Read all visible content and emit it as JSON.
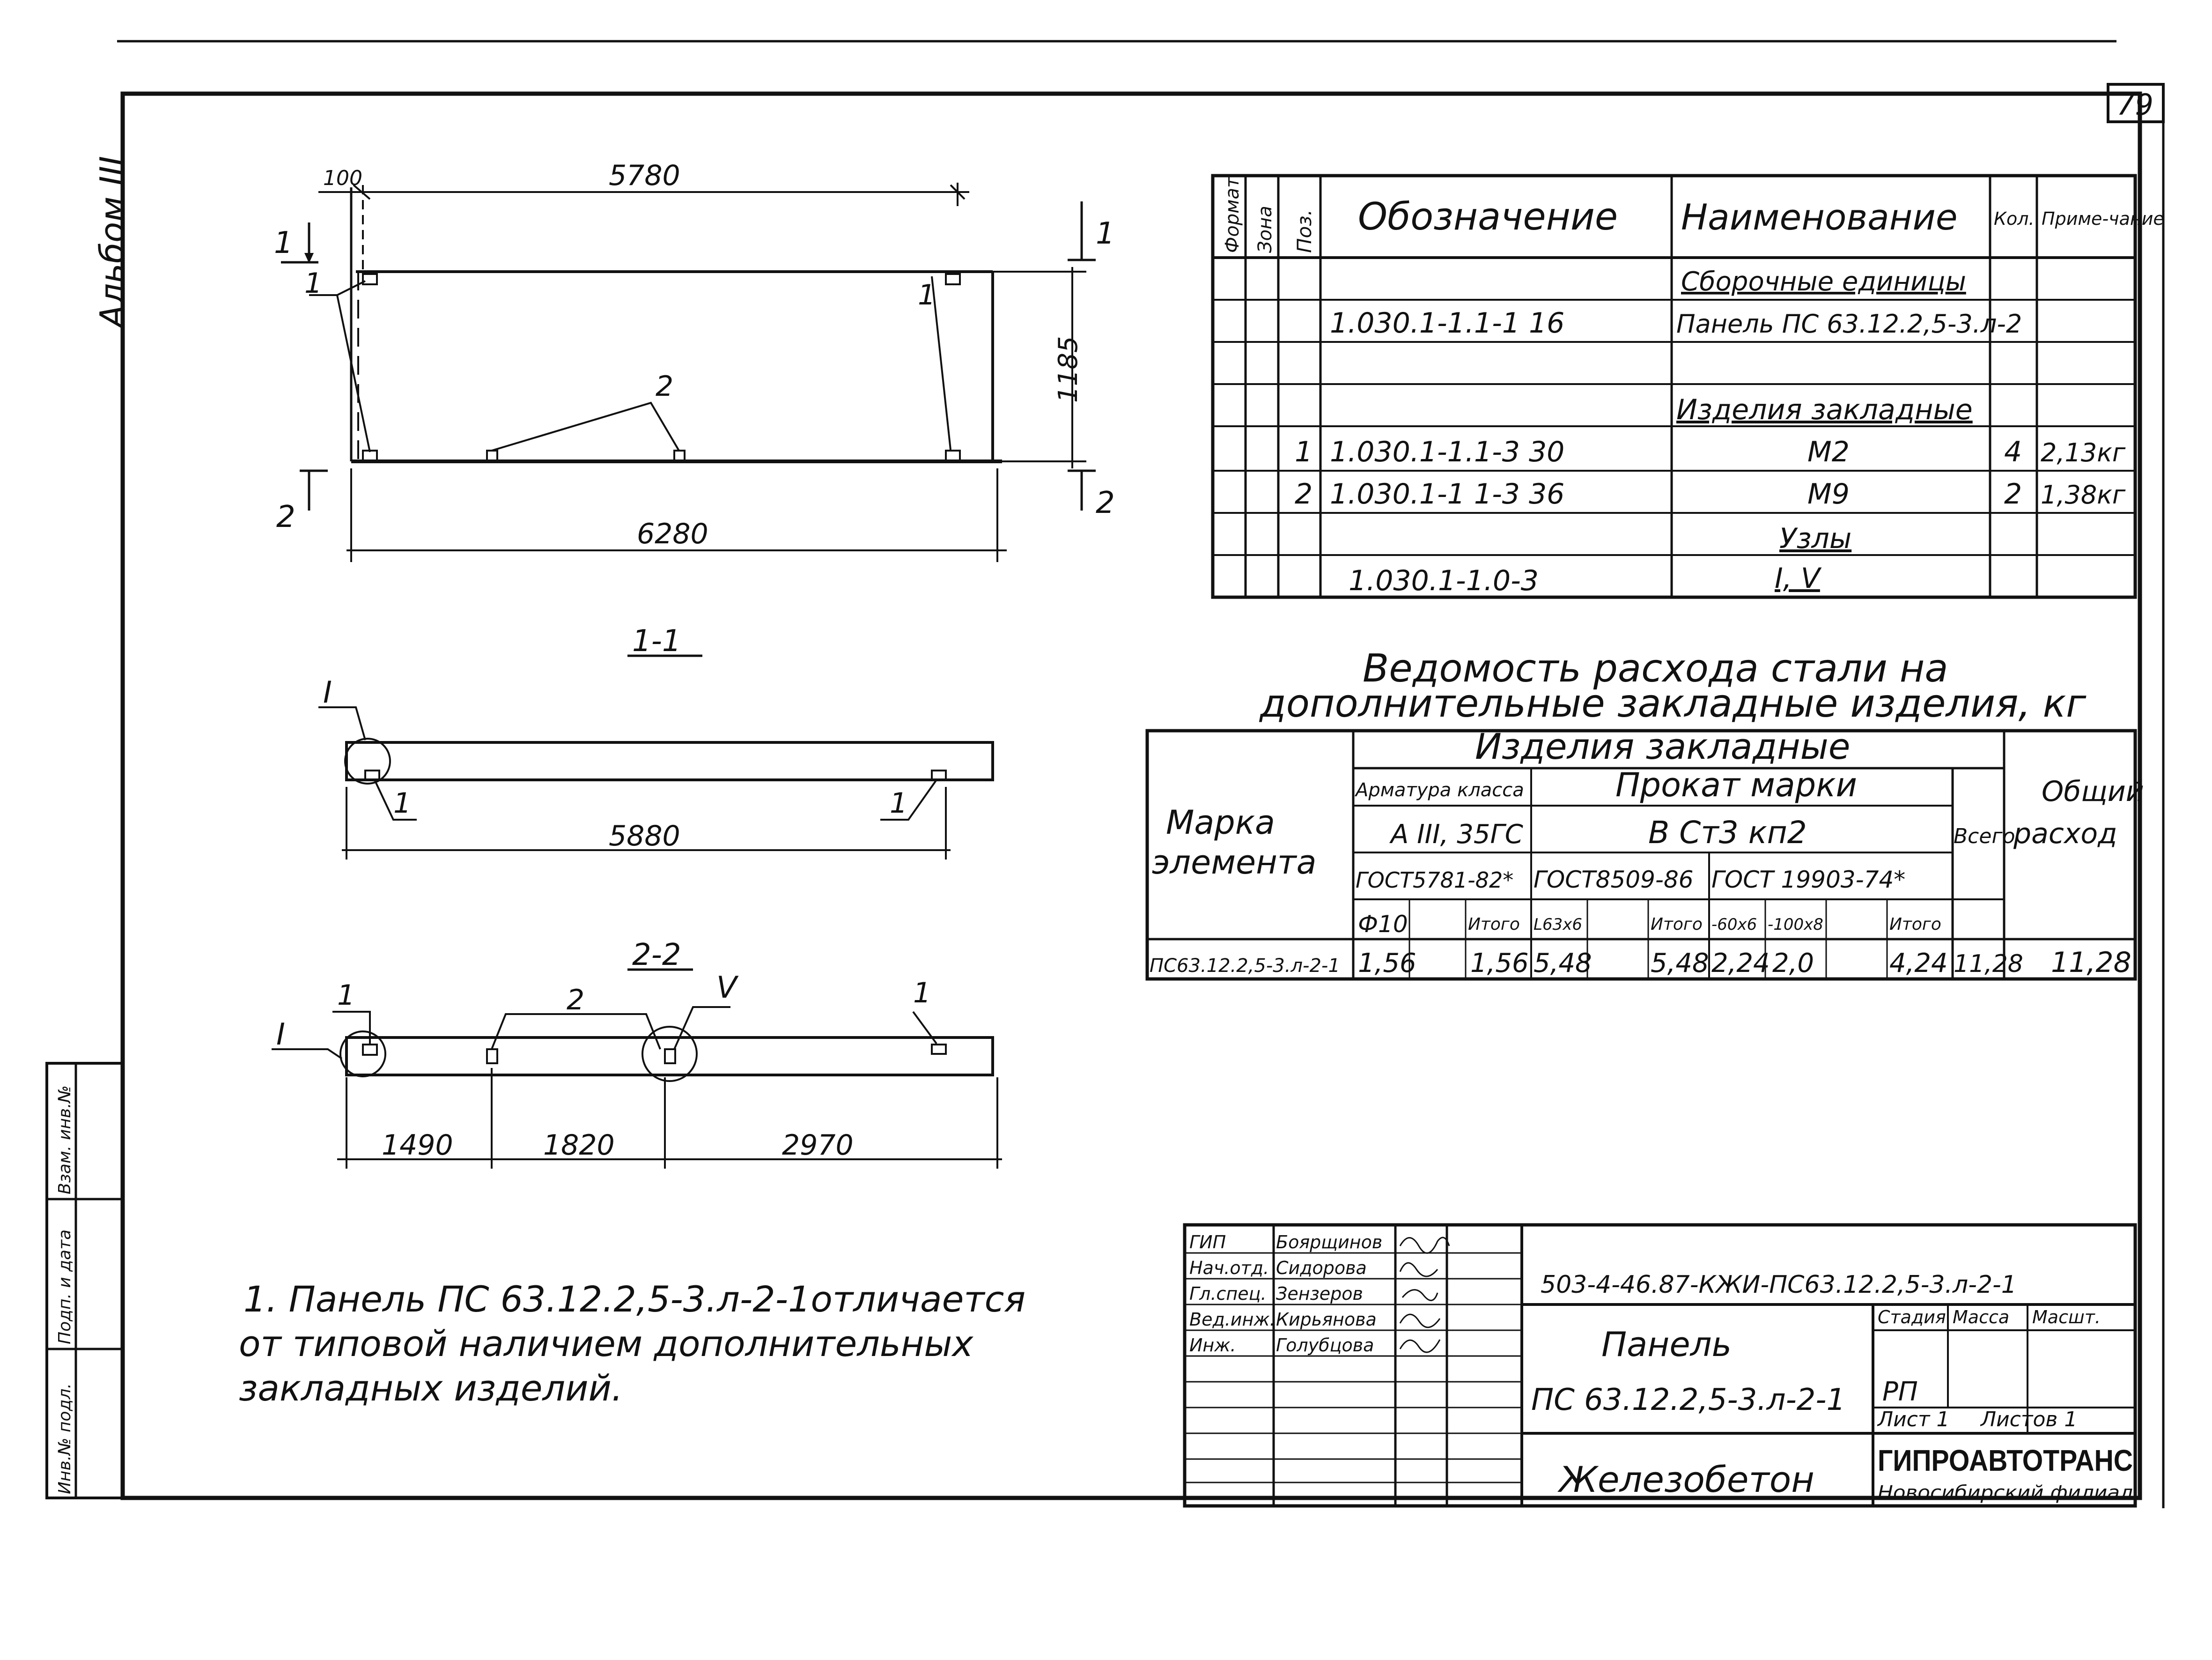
{
  "sheet_number": "79",
  "album_label": "Альбом III",
  "plan": {
    "dim_top_small": "100",
    "dim_top": "5780",
    "dim_height": "1185",
    "dim_bottom": "6280",
    "section_mark_1": "1",
    "section_mark_2": "2",
    "pos_1": "1",
    "pos_2": "2"
  },
  "section_1_1": {
    "title": "1-1",
    "node_label": "I",
    "pos_1": "1",
    "dim_length": "5880"
  },
  "section_2_2": {
    "title": "2-2",
    "node_label_1": "I",
    "node_label_2": "V",
    "pos_1": "1",
    "pos_2": "2",
    "dims": [
      "1490",
      "1820",
      "2970"
    ]
  },
  "spec_table": {
    "headers": {
      "format": "Формат",
      "zone": "Зона",
      "pos": "Поз.",
      "designation": "Обозначение",
      "name": "Наименование",
      "qty": "Кол.",
      "note": "Приме-чание"
    },
    "rows": [
      {
        "pos": "",
        "designation": "",
        "name": "Сборочные единицы",
        "qty": "",
        "note": ""
      },
      {
        "pos": "",
        "designation": "1.030.1-1.1-1  16",
        "name": "Панель ПС 63.12.2,5-3.л-2",
        "qty": "",
        "note": ""
      },
      {
        "pos": "",
        "designation": "",
        "name": "",
        "qty": "",
        "note": ""
      },
      {
        "pos": "",
        "designation": "",
        "name": "Изделия закладные",
        "qty": "",
        "note": ""
      },
      {
        "pos": "1",
        "designation": "1.030.1-1.1-3  30",
        "name": "М2",
        "qty": "4",
        "note": "2,13кг"
      },
      {
        "pos": "2",
        "designation": "1.030.1-1  1-3 36",
        "name": "М9",
        "qty": "2",
        "note": "1,38кг"
      },
      {
        "pos": "",
        "designation": "",
        "name": "Узлы",
        "qty": "",
        "note": ""
      },
      {
        "pos": "",
        "designation": "1.030.1-1.0-3",
        "name": "I, V",
        "qty": "",
        "note": ""
      }
    ]
  },
  "steel_table": {
    "title_line1": "Ведомость расхода стали на",
    "title_line2": "дополнительные закладные изделия, кг",
    "col_mark": "Марка элемента",
    "group_title": "Изделия закладные",
    "rebar_class": "Арматура класса",
    "rebar_type": "А III, 35ГС",
    "rolled_title": "Прокат марки",
    "rolled_grade": "В Ст3 кп2",
    "total": "Всего",
    "overall": "Общий расход",
    "gost_1": "ГОСТ5781-82*",
    "gost_2": "ГОСТ8509-86",
    "gost_3": "ГОСТ 19903-74*",
    "sub": [
      "Ф10",
      "",
      "Итого",
      "L63x6",
      "",
      "Итого",
      "-60x6",
      "-100x8",
      "",
      "Итого"
    ],
    "row": {
      "mark": "ПС63.12.2,5-3.л-2-1",
      "values": [
        "1,56",
        "",
        "1,56",
        "5,48",
        "",
        "5,48",
        "2,24",
        "2,0",
        "",
        "4,24"
      ],
      "total": "11,28",
      "overall": "11,28"
    }
  },
  "note": {
    "line1": "1. Панель ПС 63.12.2,5-3.л-2-1отличается",
    "line2": "от типовой наличием дополнительных",
    "line3": "закладных изделий."
  },
  "title_block": {
    "doc_code": "503-4-46.87-КЖИ-ПС63.12.2,5-3.л-2-1",
    "name_line1": "Панель",
    "name_line2": "ПС 63.12.2,5-3.л-2-1",
    "material": "Железобетон",
    "stage_label": "Стадия",
    "mass_label": "Масса",
    "scale_label": "Масшт.",
    "stage": "РП",
    "sheet_label": "Лист 1",
    "sheets_label": "Листов 1",
    "org": "ГИПРОАВТОТРАНС",
    "org_branch": "Новосибирский филиал",
    "staff": [
      {
        "role": "ГИП",
        "name": "Боярщинов"
      },
      {
        "role": "Нач.отд.",
        "name": "Сидорова"
      },
      {
        "role": "Гл.спец.",
        "name": "Зензеров"
      },
      {
        "role": "Вед.инж.",
        "name": "Кирьянова"
      },
      {
        "role": "Инж.",
        "name": "Голубцова"
      }
    ]
  },
  "side_stamp": {
    "inv_orig": "Инв.№ подл.",
    "sign_date": "Подп. и дата",
    "inv_repl": "Взам. инв.№"
  }
}
